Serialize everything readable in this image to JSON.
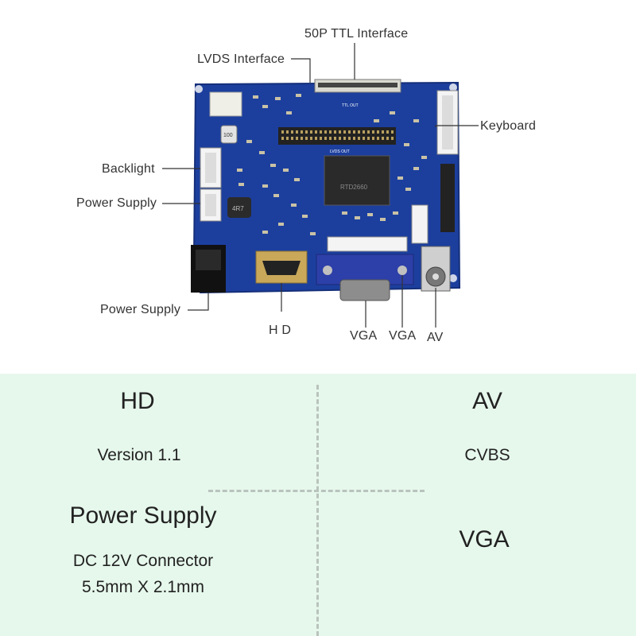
{
  "callouts": {
    "ttl_interface": "50P TTL Interface",
    "lvds_interface": "LVDS Interface",
    "keyboard": "Keyboard",
    "backlight": "Backlight",
    "power_supply_left": "Power Supply",
    "power_supply_bottom": "Power Supply",
    "hd": "H D",
    "vga_1": "VGA",
    "vga_2": "VGA",
    "av": "AV"
  },
  "board_print": {
    "ttl_out": "TTL OUT",
    "lvds_out": "LVDS OUT",
    "chip_text": "RTD2660",
    "cap_label": "100",
    "inductor_label": "4R7"
  },
  "specs": {
    "hd": {
      "title": "HD",
      "detail": "Version 1.1"
    },
    "av": {
      "title": "AV",
      "detail": "CVBS"
    },
    "power": {
      "title": "Power Supply",
      "line1": "DC 12V Connector",
      "line2": "5.5mm X 2.1mm"
    },
    "vga": {
      "title": "VGA"
    }
  },
  "colors": {
    "pcb": "#1c3f9e",
    "pcb_edge": "#152f7a",
    "bottom_bg": "#e6f8ec",
    "divider": "#b9c3bd"
  }
}
